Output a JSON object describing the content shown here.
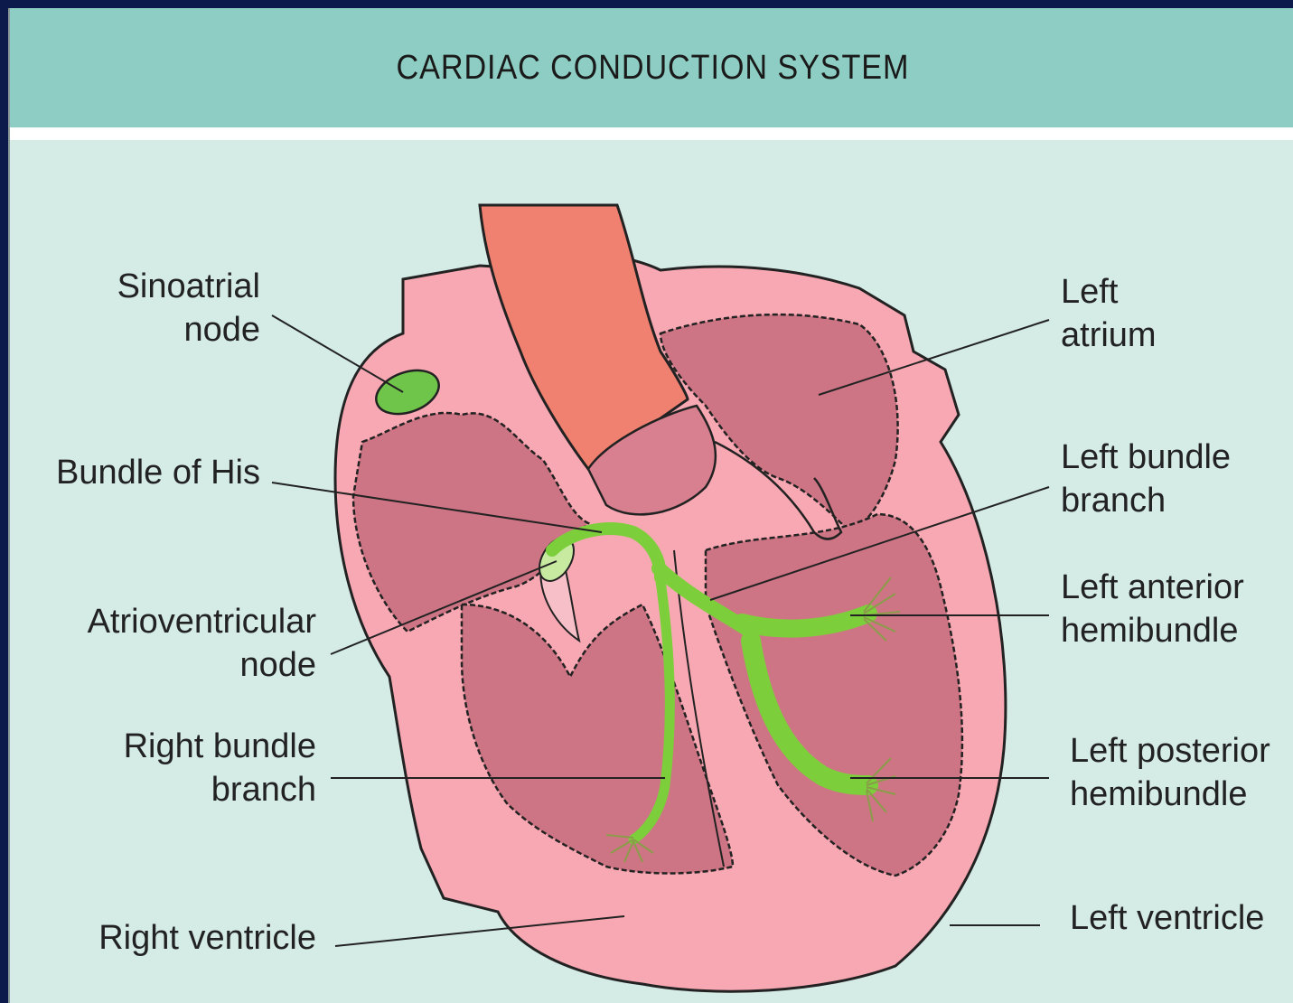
{
  "title": "CARDIAC CONDUCTION SYSTEM",
  "labels": {
    "sinoatrial": [
      "Sinoatrial",
      "node"
    ],
    "bundle_his": [
      "Bundle of His"
    ],
    "av_node": [
      "Atrioventricular",
      "node"
    ],
    "right_bundle": [
      "Right bundle",
      "branch"
    ],
    "right_ventricle": [
      "Right ventricle"
    ],
    "left_atrium": [
      "Left",
      "atrium"
    ],
    "left_bundle": [
      "Left bundle",
      "branch"
    ],
    "left_anterior": [
      "Left anterior",
      "hemibundle"
    ],
    "left_posterior": [
      "Left posterior",
      "hemibundle"
    ],
    "left_ventricle": [
      "Left ventricle"
    ]
  },
  "colors": {
    "header": "#8ecdc3",
    "background": "#d4ebe6",
    "heart_wall": "#f7a8b3",
    "chamber": "#cd7584",
    "aorta": "#f08070",
    "conduction": "#7ccf3a",
    "node": "#6fc44a"
  }
}
